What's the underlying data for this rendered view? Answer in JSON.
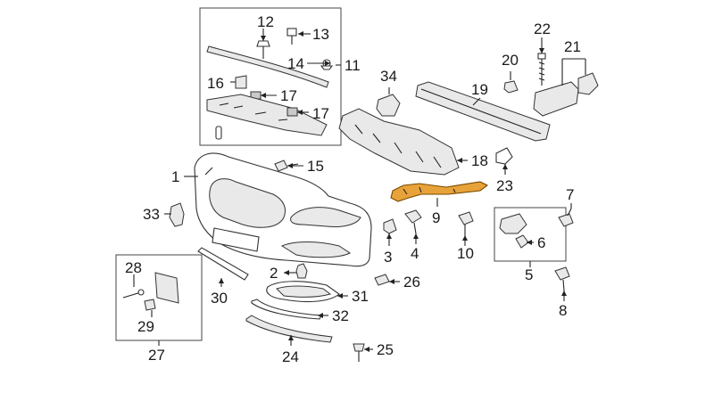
{
  "callouts": {
    "c1": "1",
    "c2": "2",
    "c3": "3",
    "c4": "4",
    "c5": "5",
    "c6": "6",
    "c7": "7",
    "c8": "8",
    "c9": "9",
    "c10": "10",
    "c11": "11",
    "c12": "12",
    "c13": "13",
    "c14": "14",
    "c15": "15",
    "c16": "16",
    "c17a": "17",
    "c17b": "17",
    "c18": "18",
    "c19": "19",
    "c20": "20",
    "c21": "21",
    "c22": "22",
    "c23": "23",
    "c24": "24",
    "c25": "25",
    "c26": "26",
    "c27": "27",
    "c28": "28",
    "c29": "29",
    "c30": "30",
    "c31": "31",
    "c32": "32",
    "c33": "33",
    "c34": "34"
  },
  "colors": {
    "highlight": "#e8a23a",
    "line": "#222222"
  }
}
